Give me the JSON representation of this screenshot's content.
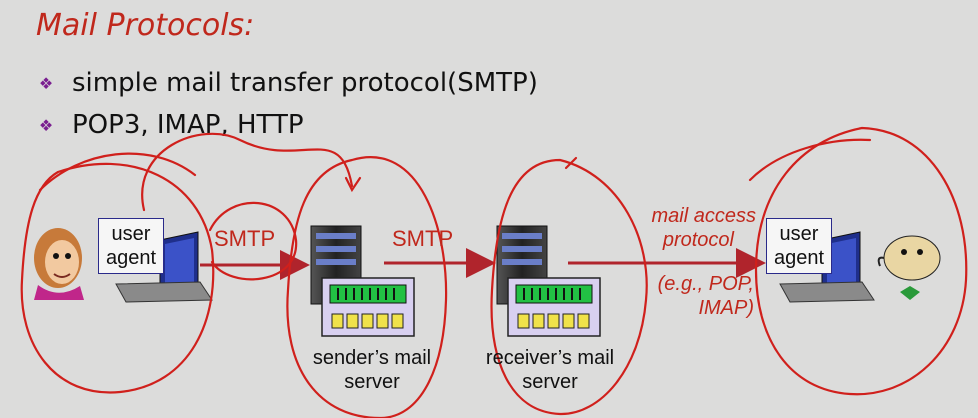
{
  "title": "Mail Protocols:",
  "bullets": [
    "simple mail transfer protocol(SMTP)",
    "POP3, IMAP, HTTP"
  ],
  "sender_agent": {
    "line1": "user",
    "line2": "agent"
  },
  "receiver_agent": {
    "line1": "user",
    "line2": "agent"
  },
  "protocol_labels": {
    "smtp_1": "SMTP",
    "smtp_2": "SMTP"
  },
  "access": {
    "line1": "mail access",
    "line2": "protocol",
    "line3": "(e.g., POP,",
    "line4": "IMAP)"
  },
  "sender_server": {
    "line1": "sender’s mail",
    "line2": "server"
  },
  "receiver_server": {
    "line1": "receiver’s mail",
    "line2": "server"
  },
  "colors": {
    "annotation_red": "#c0281c",
    "arrow_red": "#b0242c",
    "bullet_purple": "#7a1f90",
    "server_green": "#22c044"
  }
}
